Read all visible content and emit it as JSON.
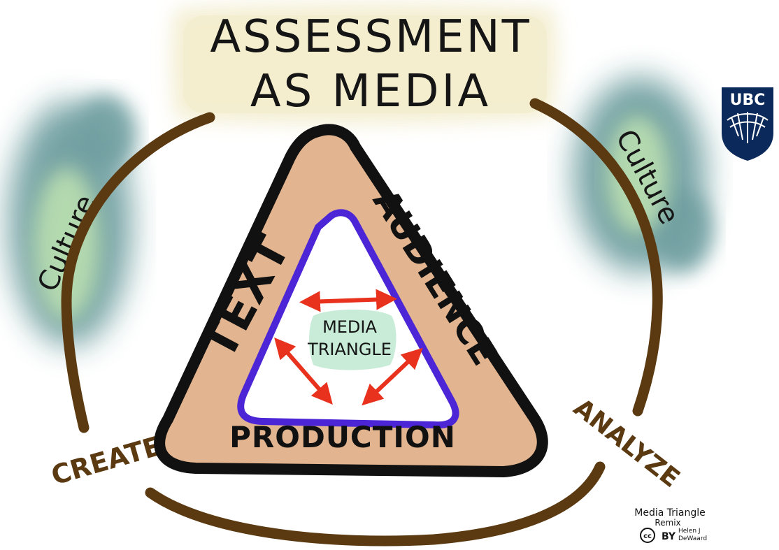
{
  "title": {
    "line1": "ASSESSMENT",
    "line2": "AS MEDIA"
  },
  "triangle": {
    "sides": {
      "left": "TEXT",
      "right": "AUDIENCE",
      "bottom": "PRODUCTION"
    },
    "center": {
      "line1": "MEDIA",
      "line2": "TRIANGLE"
    }
  },
  "cycle": {
    "left_label": "CREATE",
    "right_label": "ANALYZE"
  },
  "clouds": {
    "left": "Culture",
    "right": "Culture"
  },
  "logo": {
    "text": "UBC"
  },
  "credit": {
    "line1": "Media Triangle",
    "line2": "Remix",
    "cc": "cc",
    "by": "BY",
    "author_line1": "Helen J",
    "author_line2": "DeWaard"
  },
  "colors": {
    "title_band": "#f3edcf",
    "cycle_brown": "#5b3a11",
    "triangle_fill": "#e2b48f",
    "triangle_outline": "#111111",
    "inner_outline": "#4b25d6",
    "arrows": "#e8321e",
    "center_highlight": "#c8ecd8",
    "cloud_blue": "#6f9fa0",
    "cloud_green": "#b7dcb0",
    "logo_navy": "#0b2a5b"
  }
}
